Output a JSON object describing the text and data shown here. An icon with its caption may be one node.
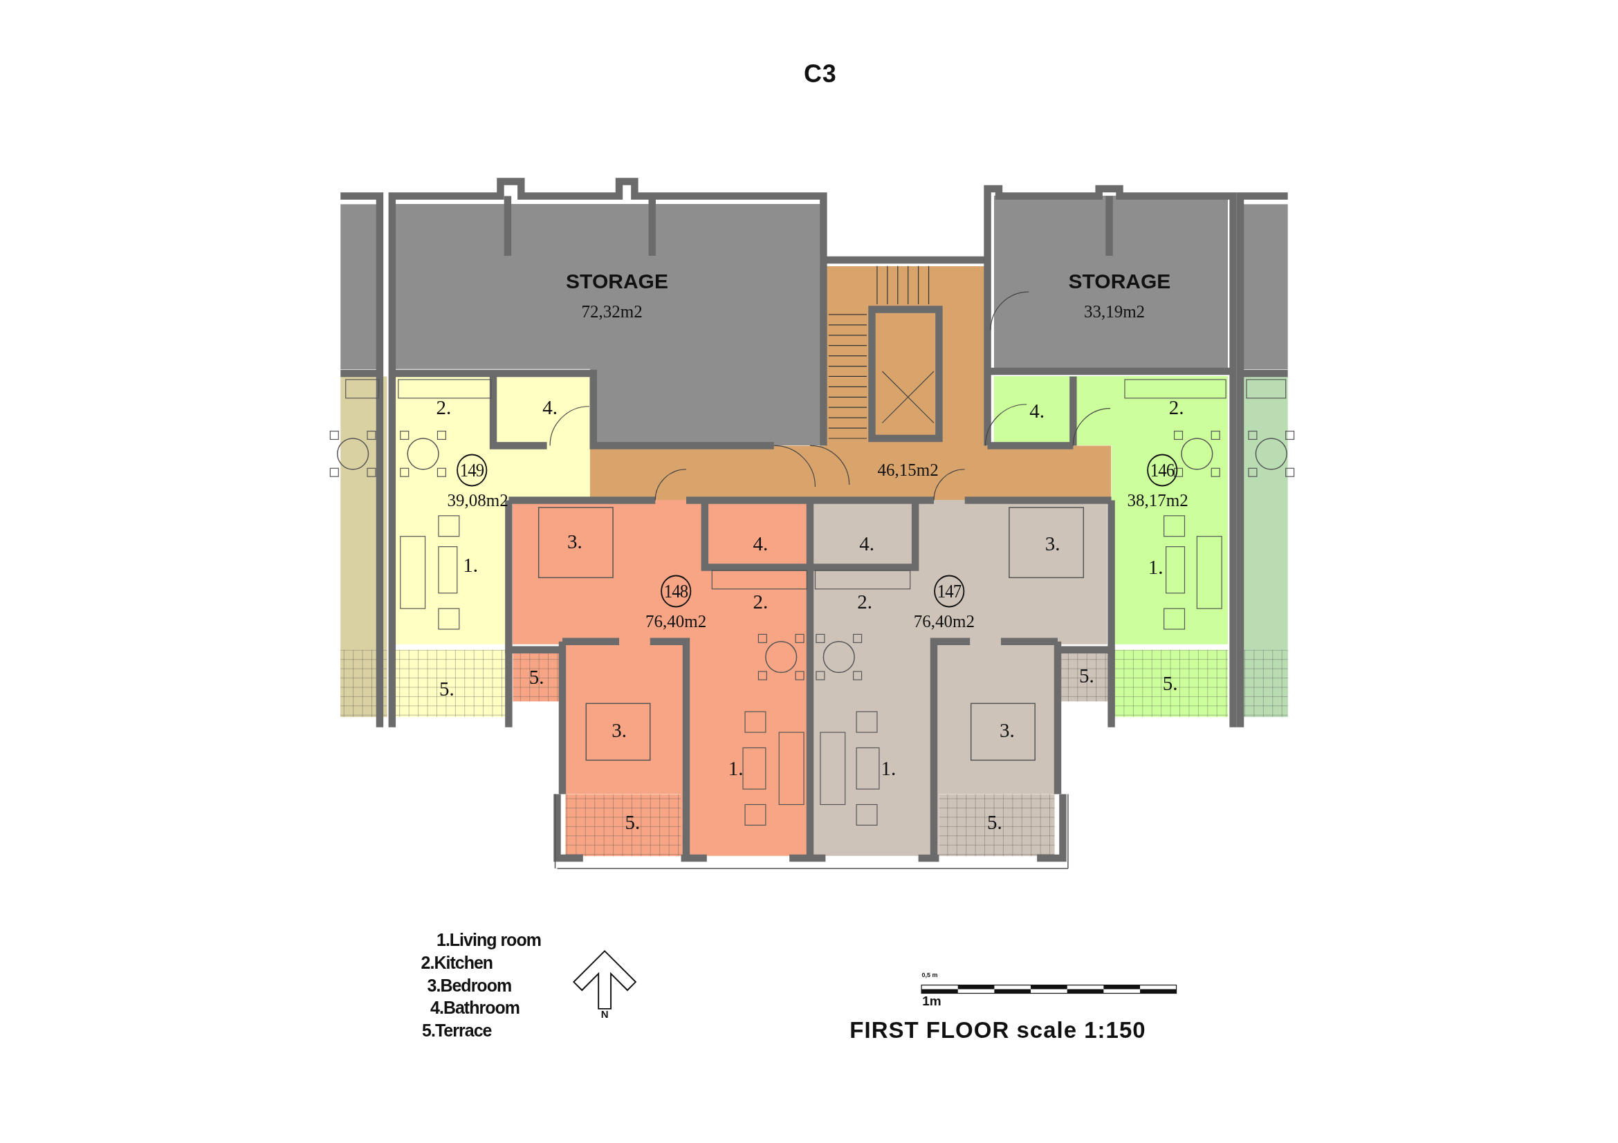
{
  "diagram": {
    "title": "C3",
    "caption": "FIRST FLOOR scale 1:150",
    "nodes": [
      {
        "text": [
          "STORAGE",
          "72,32m2"
        ]
      },
      {
        "text": [
          "STORAGE",
          "33,19m2"
        ]
      },
      {
        "text": [
          "46,15m2"
        ]
      },
      {
        "text": [
          "149",
          "39,08m2"
        ]
      },
      {
        "text": [
          "148",
          "76,40m2"
        ]
      },
      {
        "text": [
          "147",
          "76,40m2"
        ]
      },
      {
        "text": [
          "146",
          "38,17m2"
        ]
      }
    ],
    "labels": [
      "2.",
      "4.",
      "4.",
      "2.",
      "3.",
      "4.",
      "4.",
      "3.",
      "1.",
      "1.",
      "2.",
      "2.",
      "5.",
      "5.",
      "5.",
      "5.",
      "3.",
      "3.",
      "1.",
      "1.",
      "5.",
      "5.",
      "1.Living room",
      "2.Kitchen",
      "3.Bedroom",
      "4.Bathroom",
      "5.Terrace",
      "N",
      "0,5 m",
      "1m"
    ]
  }
}
